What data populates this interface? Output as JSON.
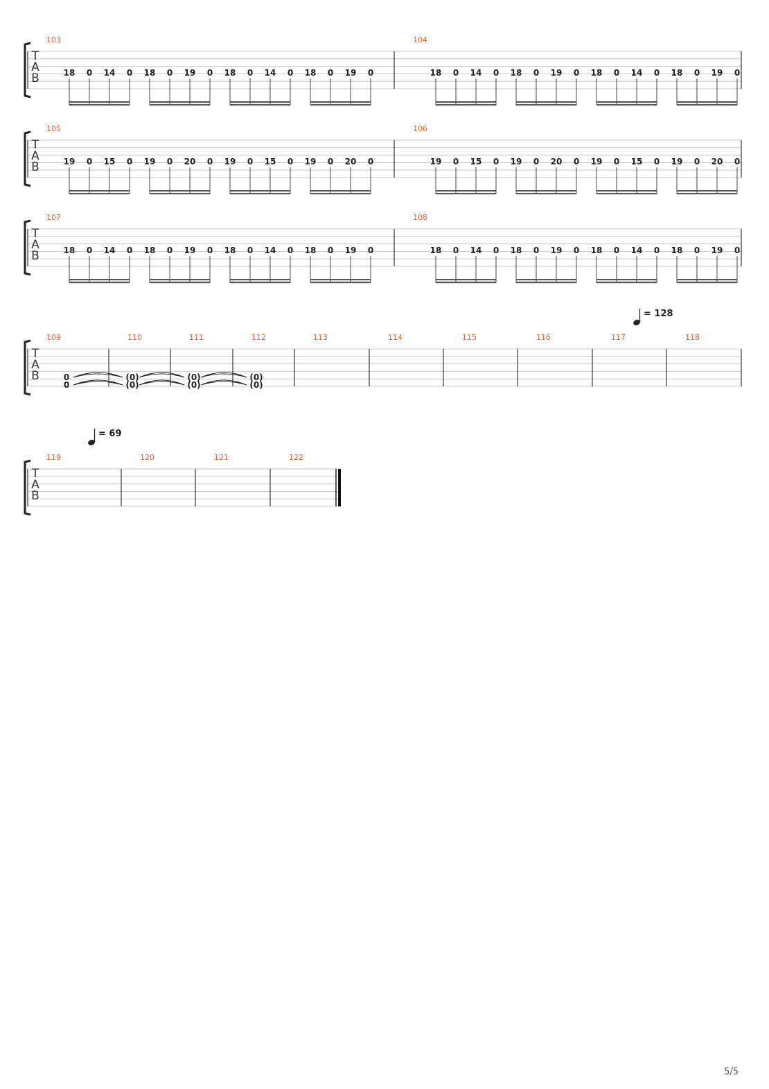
{
  "page": {
    "number_label": "5/5"
  },
  "tab_clef_letters": [
    "T",
    "A",
    "B"
  ],
  "systems": [
    {
      "measures": [
        {
          "number": "103",
          "frets": [
            "18",
            "0",
            "14",
            "0",
            "18",
            "0",
            "19",
            "0",
            "18",
            "0",
            "14",
            "0",
            "18",
            "0",
            "19",
            "0"
          ]
        },
        {
          "number": "104",
          "frets": [
            "18",
            "0",
            "14",
            "0",
            "18",
            "0",
            "19",
            "0",
            "18",
            "0",
            "14",
            "0",
            "18",
            "0",
            "19",
            "0"
          ]
        }
      ]
    },
    {
      "measures": [
        {
          "number": "105",
          "frets": [
            "19",
            "0",
            "15",
            "0",
            "19",
            "0",
            "20",
            "0",
            "19",
            "0",
            "15",
            "0",
            "19",
            "0",
            "20",
            "0"
          ]
        },
        {
          "number": "106",
          "frets": [
            "19",
            "0",
            "15",
            "0",
            "19",
            "0",
            "20",
            "0",
            "19",
            "0",
            "15",
            "0",
            "19",
            "0",
            "20",
            "0"
          ]
        }
      ]
    },
    {
      "measures": [
        {
          "number": "107",
          "frets": [
            "18",
            "0",
            "14",
            "0",
            "18",
            "0",
            "19",
            "0",
            "18",
            "0",
            "14",
            "0",
            "18",
            "0",
            "19",
            "0"
          ]
        },
        {
          "number": "108",
          "frets": [
            "18",
            "0",
            "14",
            "0",
            "18",
            "0",
            "19",
            "0",
            "18",
            "0",
            "14",
            "0",
            "18",
            "0",
            "19",
            "0"
          ]
        }
      ]
    },
    {
      "tempo": {
        "value": "= 128",
        "at_measure": "118"
      },
      "measures": [
        {
          "number": "109",
          "chord": [
            "0",
            "0"
          ]
        },
        {
          "number": "110",
          "chord": [
            "(0)",
            "(0)"
          ],
          "tied": true
        },
        {
          "number": "111",
          "chord": [
            "(0)",
            "(0)"
          ],
          "tied": true
        },
        {
          "number": "112",
          "chord": [
            "(0)",
            "(0)"
          ],
          "tied": true
        },
        {
          "number": "113"
        },
        {
          "number": "114"
        },
        {
          "number": "115"
        },
        {
          "number": "116"
        },
        {
          "number": "117"
        },
        {
          "number": "118"
        }
      ]
    },
    {
      "tempo": {
        "value": "= 69",
        "at_measure": "120"
      },
      "measures": [
        {
          "number": "119"
        },
        {
          "number": "120"
        },
        {
          "number": "121"
        },
        {
          "number": "122"
        }
      ],
      "final_barline": true
    }
  ]
}
